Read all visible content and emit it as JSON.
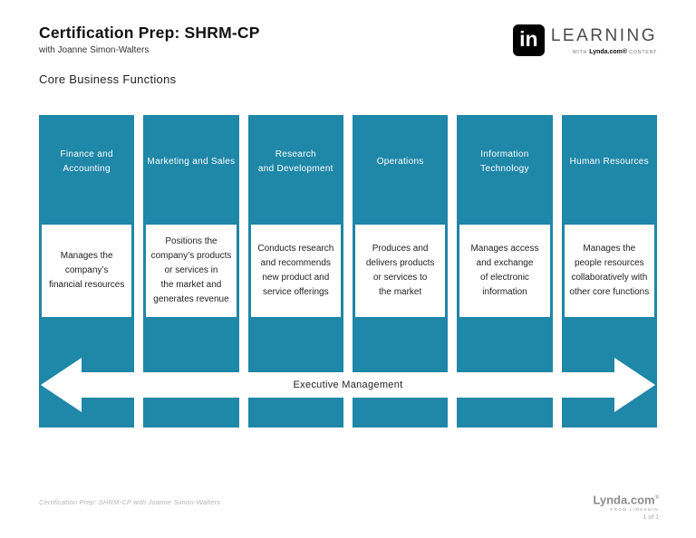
{
  "header": {
    "title": "Certification Prep: SHRM-CP",
    "author": "with Joanne Simon-Walters",
    "logo": {
      "in": "in",
      "learning": "LEARNING",
      "tagline_with": "WITH ",
      "tagline_brand": "Lynda.com®",
      "tagline_suffix": " CONTENT"
    }
  },
  "slide_title": "Core Business Functions",
  "colors": {
    "teal": "#1f87a8"
  },
  "columns": [
    {
      "header": "Finance and\nAccounting",
      "description": "Manages the\ncompany’s\nfinancial resources"
    },
    {
      "header": "Marketing and Sales",
      "description": "Positions the\ncompany’s products\nor services in\nthe market and\ngenerates revenue"
    },
    {
      "header": "Research\nand Development",
      "description": "Conducts research\nand recommends\nnew product and\nservice offerings"
    },
    {
      "header": "Operations",
      "description": "Produces and\ndelivers products\nor services to\nthe market"
    },
    {
      "header": "Information\nTechnology",
      "description": "Manages access\nand exchange\nof electronic\ninformation"
    },
    {
      "header": "Human Resources",
      "description": "Manages the\npeople resources\ncollaboratively with\nother core functions"
    }
  ],
  "arrow": {
    "label": "Executive Management"
  },
  "footer": {
    "caption": "Certification Prep: SHRM-CP with Joanne Simon-Walters",
    "brand": "Lynda.com",
    "brand_mark": "®",
    "brand_sub": "FROM LINKEDIN",
    "page": "1 of 1"
  }
}
